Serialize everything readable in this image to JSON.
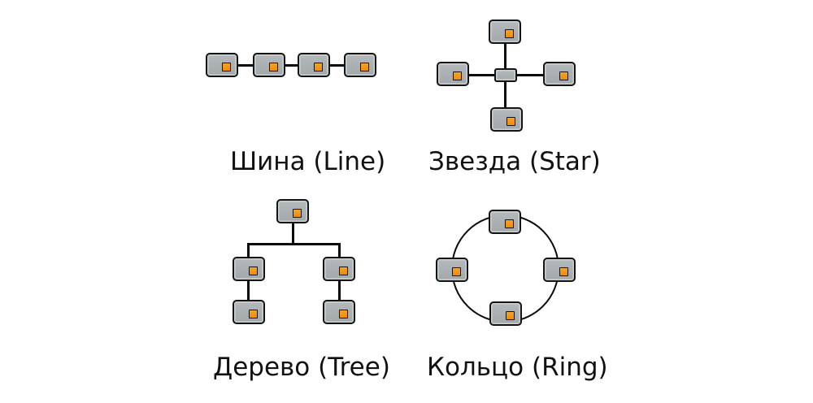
{
  "diagram": {
    "type": "network-topologies",
    "items": [
      {
        "name": "Шина (Line)",
        "topology": "bus",
        "workstations": 4,
        "hub": false
      },
      {
        "name": "Звезда (Star)",
        "topology": "star",
        "workstations": 4,
        "hub": true
      },
      {
        "name": "Дерево (Tree)",
        "topology": "tree",
        "workstations": 5,
        "hub": false
      },
      {
        "name": "Кольцо (Ring)",
        "topology": "ring",
        "workstations": 4,
        "hub": false
      }
    ]
  },
  "colors": {
    "background": "#ffffff",
    "node_fill": "#a8adb0",
    "node_inner_highlight": "#ced1d3",
    "node_border": "#141414",
    "indicator_fill": "#f2920f",
    "connector_line": "#0a0a0a",
    "label_text": "#111111"
  }
}
